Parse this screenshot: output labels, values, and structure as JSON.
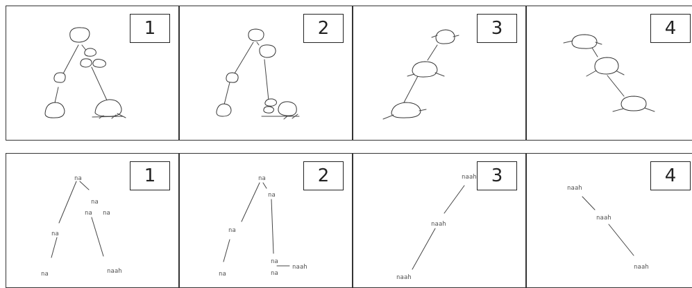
{
  "top_strip": {
    "panels": [
      {
        "number": "1"
      },
      {
        "number": "2"
      },
      {
        "number": "3"
      },
      {
        "number": "4"
      }
    ]
  },
  "bottom_strip": {
    "panels": [
      {
        "number": "1",
        "labels": [
          "na",
          "na",
          "na",
          "na",
          "na",
          "na",
          "naah"
        ]
      },
      {
        "number": "2",
        "labels": [
          "na",
          "na",
          "na",
          "na",
          "na",
          "na",
          "naah"
        ]
      },
      {
        "number": "3",
        "labels": [
          "naah",
          "naah",
          "naah"
        ]
      },
      {
        "number": "4",
        "labels": [
          "naah",
          "naah",
          "naah"
        ]
      }
    ]
  }
}
